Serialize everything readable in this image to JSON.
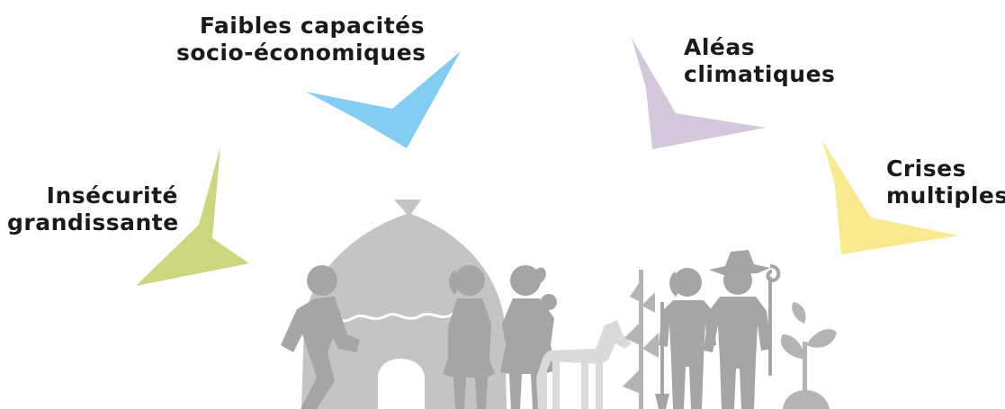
{
  "labels": {
    "insecurite": [
      "Insécurité",
      "grandissante"
    ],
    "faibles": [
      "Faibles capacités",
      "socio-économiques"
    ],
    "aleas": [
      "Aléas",
      "climatiques"
    ],
    "crises": [
      "Crises",
      "multiples"
    ]
  },
  "colors": {
    "insecurite_arrow": "#cdd67f",
    "faibles_arrow": "#83cdf2",
    "aleas_arrow": "#d5c6db",
    "crises_arrow": "#f9e98f",
    "figures_dark": "#a5a5a5",
    "hut": "#c4c4c4",
    "goat": "#dadada",
    "plants": "#b4b4b4"
  }
}
